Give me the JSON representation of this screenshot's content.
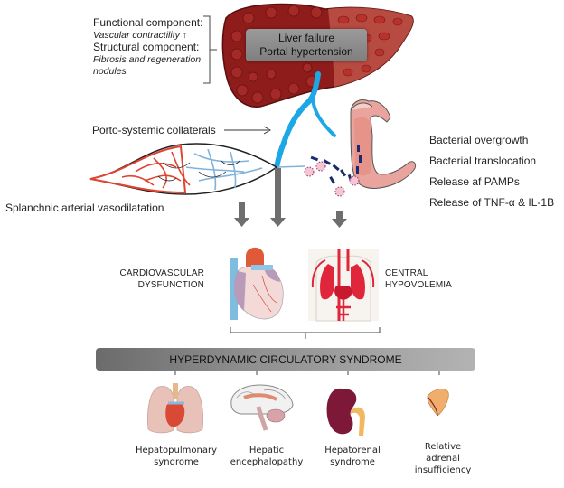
{
  "diagram": {
    "liver_box": {
      "line1": "Liver failure",
      "line2": "Portal hypertension"
    },
    "liver_components": {
      "functional_label": "Functional component:",
      "functional_detail": "Vascular contractility ↑",
      "structural_label": "Structural component:",
      "structural_detail_1": "Fibrosis and regeneration",
      "structural_detail_2": "nodules"
    },
    "collaterals_label": "Porto-systemic collaterals",
    "vasodilatation_label": "Splanchnic arterial vasodilatation",
    "gut_effects": [
      "Bacterial overgrowth",
      "Bacterial translocation",
      "Release af PAMPs",
      "Release of TNF-α & IL-1B"
    ],
    "cardiovascular_label": [
      "CARDIOVASCULAR",
      "DYSFUNCTION"
    ],
    "hypovolemia_label": [
      "CENTRAL",
      "HYPOVOLEMIA"
    ],
    "syndrome_banner": "HYPERDYNAMIC CIRCULATORY SYNDROME",
    "outcomes": [
      {
        "lines": [
          "Hepatopulmonary",
          "syndrome"
        ],
        "icon": "lungs-icon"
      },
      {
        "lines": [
          "Hepatic",
          "encephalopathy"
        ],
        "icon": "brain-icon"
      },
      {
        "lines": [
          "Hepatorenal",
          "syndrome"
        ],
        "icon": "kidney-icon"
      },
      {
        "lines": [
          "Relative",
          "adrenal",
          "insufficiency"
        ],
        "icon": "adrenal-gland-icon"
      }
    ],
    "colors": {
      "liver": "#8e1c1a",
      "portal_vein": "#1ea7e6",
      "artery": "#e0432f",
      "vein": "#7fb3dd",
      "arrow": "#6e6e6e",
      "bacteria": "#1a2a6c"
    }
  }
}
